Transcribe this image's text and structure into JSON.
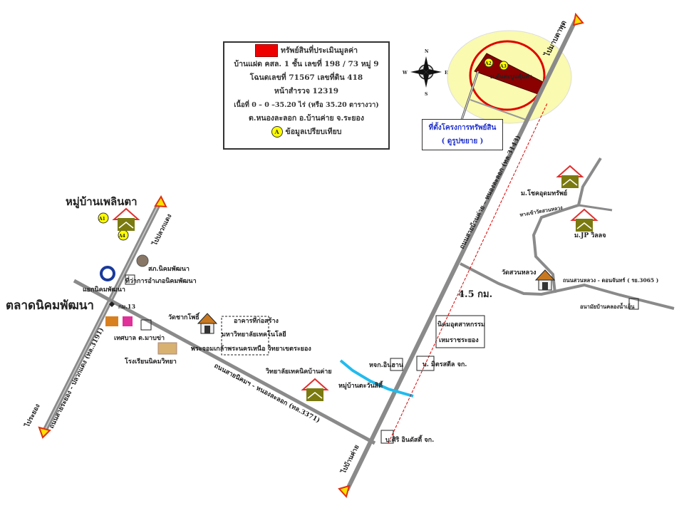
{
  "legend": {
    "property_label": "ทรัพย์สินที่ประเมินมูลค่า",
    "line1": "บ้านแฝด คสล. 1 ชั้น  เลขที่  198 / 73 หมู่ 9",
    "line2": "โฉนดเลขที่ 71567  เลขที่ดิน  418",
    "line3": "หน้าสำรวจ 12319",
    "line4": "เนื้อที่ 0 – 0 –35.20 ไร่  (หรือ 35.20 ตารางวา)",
    "line5": "ต.หนองละลอก  อ.บ้านค่าย  จ.ระยอง",
    "comparable_marker": "A",
    "comparable_label": "ข้อมูลเปรียบเทียบ"
  },
  "compass": {
    "n": "N",
    "s": "S",
    "e": "E",
    "w": "W"
  },
  "callout": {
    "line1": "ที่ตั้งโครงการทรัพย์สิน",
    "line2": "( ดูรูปขยาย )"
  },
  "markers": {
    "a1": "A1",
    "a2": "A2",
    "a3": "A3",
    "a4": "A4"
  },
  "labels": {
    "subject_village": "ม.ต้นตะบูนคุ้มค่า",
    "to_map_ta_phut": "ไปมาบตาพุด",
    "main_road": "ถนนสายบ้านค่าย – หนองละลอก (ทล.3143)",
    "distance": "4.5 กม.",
    "village_phlin_ta": "หมู่บ้านเพลินตา",
    "to_pluak_daeng": "ไปปลวกแดง",
    "police": "สภ.นิคมพัฒนา",
    "district_office": "ที่ว่าการอำเภอนิคมพัฒนา",
    "nikhom_junction": "แยกนิคมพัฒนา",
    "market": "ตลาดนิคมพัฒนา",
    "km13": "กม.13",
    "municipality": "เทศบาล ต.มาบข่า",
    "school": "โรงเรียนนิคมวิทยา",
    "left_road": "ถนนสายระยอง - ปลวกแดง (ทล.3191)",
    "to_rayong": "ไประยอง",
    "wat_khao_pho": "วัดชากโพธิ์",
    "construction_1": "อาคารที่ก่อสร้าง",
    "construction_2": "มหาวิทยาลัยเทคโนโลยี",
    "construction_3": "พระจอมเกล้าพระนครเหนือ วิทยาเขตระยอง",
    "cross_road": "ถนนสายนิคมฯ - หนองละลอก (ทล.3371)",
    "tech_college": "วิทยาลัยเทคนิคบ้านค่าย",
    "village_tawan": "หมู่บ้านตะวันสิตี้",
    "hospital_shop": "หจก.อินฮาน",
    "mitr_co": "บ. มิตรสตีล จก.",
    "industrial_1": "นิคมอุตสาหกรรม",
    "industrial_2": "เหมราชระยอง",
    "siri_co": "บ.ศิริ อินดัสตี้ จก.",
    "to_ban_khai": "ไปบ้านค่าย",
    "village_chok": "ม.โชคอุดมทรัพย์",
    "wat_junction": "ทางเข้าวัดสวนหลวง",
    "village_jp": "ม.JP วิลลจ",
    "wat_suan_luang": "วัดสวนหลวง",
    "right_road": "ถนนสวนหลวง - ดอนจันทร์ ( รย.3065 )",
    "health_center": "อนามัยบ้านคลองน้ำเย็น"
  },
  "colors": {
    "road": "#8a8a8a",
    "subject": "#8b0000",
    "highlight": "#e00000",
    "zone": "#fafab0",
    "stream": "#22bbee",
    "distance_text": "#2233cc"
  }
}
